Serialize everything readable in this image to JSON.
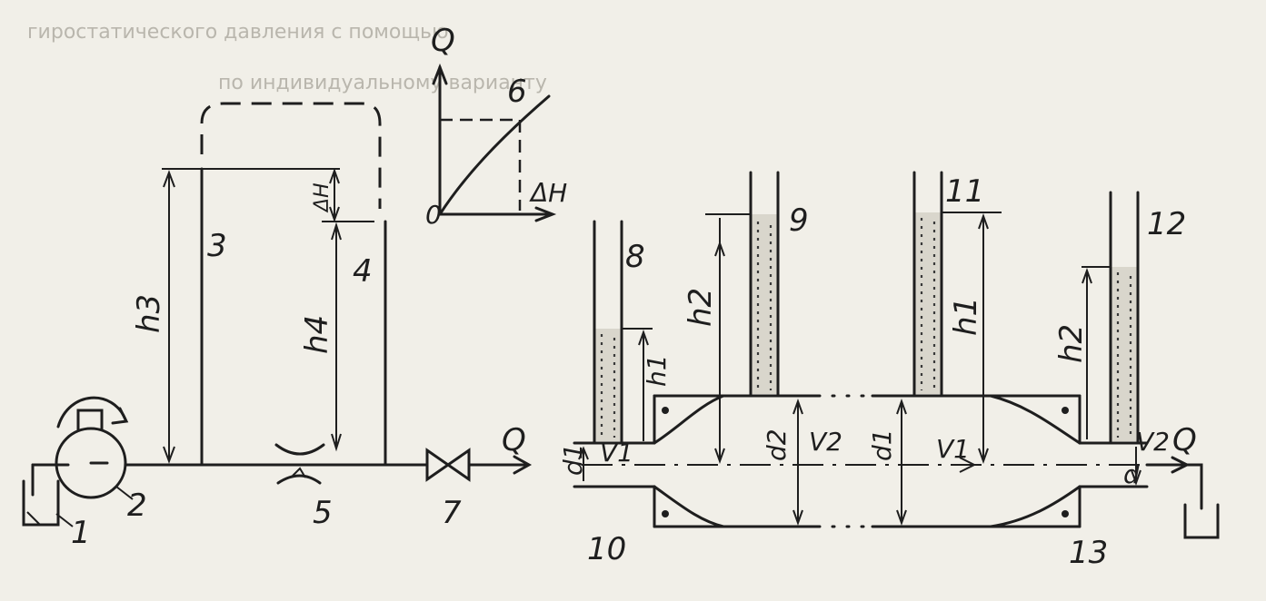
{
  "background_text": {
    "line1": "гиростатического давления с помощью",
    "line2": "по индивидуальному варианту"
  },
  "labels": {
    "tank": "1",
    "pump": "2",
    "piezometer_3": "3",
    "piezometer_4": "4",
    "meter": "5",
    "graph": "6",
    "valve": "7",
    "tube_8": "8",
    "tube_9": "9",
    "sudden_expansion": "10",
    "tube_11": "11",
    "tube_12": "12",
    "sudden_contraction": "13",
    "h3": "h3",
    "h4": "h4",
    "dH": "ΔH",
    "graph_Q": "Q",
    "graph_dH": "ΔH",
    "graph_origin": "0",
    "Q_out_left": "Q",
    "Q_out_right": "Q",
    "d1_left": "d1",
    "d2": "d2",
    "d1_mid": "d1",
    "d_right": "d",
    "V1_left": "V1",
    "V2_left": "V2",
    "V1_right": "V1",
    "V2_right": "V2",
    "h1_small": "h1",
    "h2_left": "h2",
    "h1_mid": "h1",
    "h2_right": "h2"
  }
}
